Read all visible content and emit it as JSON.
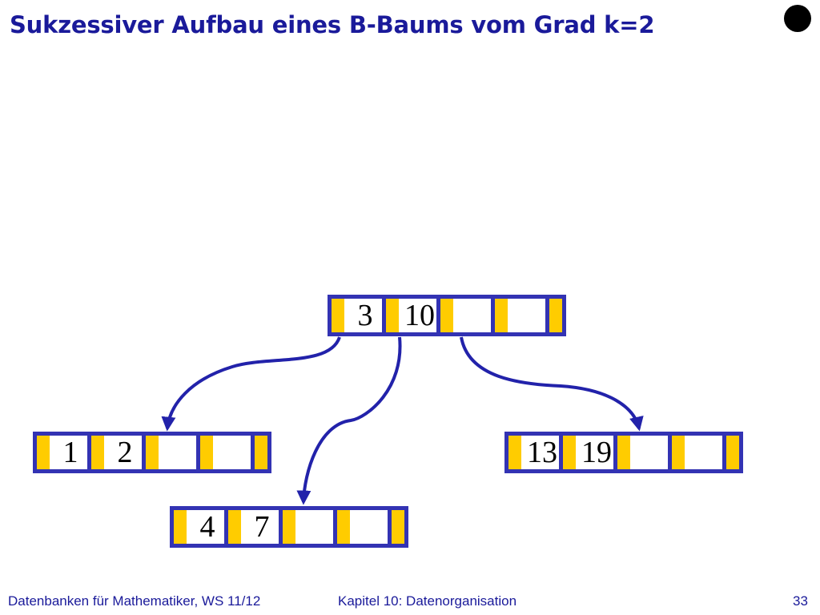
{
  "title": "Sukzessiver Aufbau eines B-Baums vom Grad k=2",
  "nodes": {
    "root": {
      "keys": [
        "3",
        "10",
        "",
        ""
      ]
    },
    "left": {
      "keys": [
        "1",
        "2",
        "",
        ""
      ]
    },
    "middle": {
      "keys": [
        "4",
        "7",
        "",
        ""
      ]
    },
    "right": {
      "keys": [
        "13",
        "19",
        "",
        ""
      ]
    }
  },
  "colors": {
    "pointer": "#ffcc00",
    "border": "#3333b3",
    "edge": "#2222aa",
    "title": "#1a1a9a"
  },
  "footer": {
    "course": "Datenbanken für Mathematiker, WS 11/12",
    "chapter": "Kapitel 10: Datenorganisation",
    "page": "33"
  }
}
